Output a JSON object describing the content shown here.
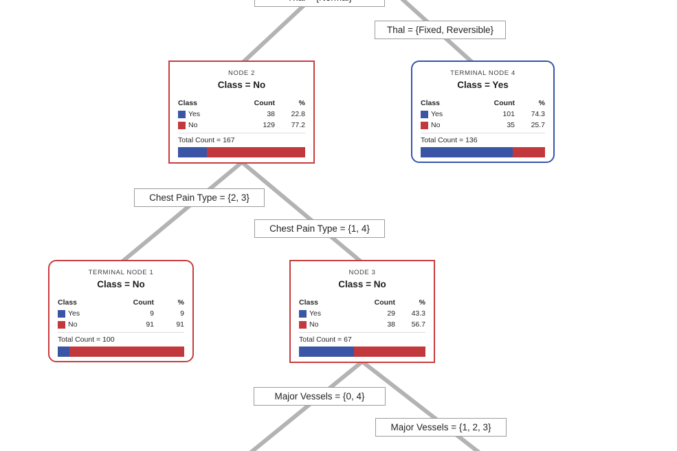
{
  "diagram": {
    "root_label": "Thal = {Normal}",
    "branch_labels": {
      "thal_fixed_reversible": "Thal = {Fixed, Reversible}",
      "chest_pain_2_3": "Chest Pain Type = {2, 3}",
      "chest_pain_1_4": "Chest Pain Type = {1, 4}",
      "major_vessels_0_4": "Major Vessels = {0, 4}",
      "major_vessels_1_2_3": "Major Vessels = {1, 2, 3}"
    },
    "table_headers": {
      "class": "Class",
      "count": "Count",
      "pct": "%"
    },
    "nodes": [
      {
        "title": "NODE 2",
        "class_label": "Class = No",
        "rows": [
          {
            "label": "Yes",
            "count": "38",
            "pct": "22.8"
          },
          {
            "label": "No",
            "count": "129",
            "pct": "77.2"
          }
        ],
        "total_label": "Total Count = 167",
        "bar": {
          "yes_width": "22.8%",
          "no_width": "77.2%"
        }
      },
      {
        "title": "TERMINAL NODE 4",
        "class_label": "Class = Yes",
        "rows": [
          {
            "label": "Yes",
            "count": "101",
            "pct": "74.3"
          },
          {
            "label": "No",
            "count": "35",
            "pct": "25.7"
          }
        ],
        "total_label": "Total Count = 136",
        "bar": {
          "yes_width": "74.3%",
          "no_width": "25.7%"
        }
      },
      {
        "title": "TERMINAL NODE 1",
        "class_label": "Class = No",
        "rows": [
          {
            "label": "Yes",
            "count": "9",
            "pct": "9"
          },
          {
            "label": "No",
            "count": "91",
            "pct": "91"
          }
        ],
        "total_label": "Total Count = 100",
        "bar": {
          "yes_width": "9%",
          "no_width": "91%"
        }
      },
      {
        "title": "NODE 3",
        "class_label": "Class = No",
        "rows": [
          {
            "label": "Yes",
            "count": "29",
            "pct": "43.3"
          },
          {
            "label": "No",
            "count": "38",
            "pct": "56.7"
          }
        ],
        "total_label": "Total Count = 67",
        "bar": {
          "yes_width": "43.3%",
          "no_width": "56.7%"
        }
      }
    ]
  },
  "colors": {
    "yes_blue": "#3b55a6",
    "no_red": "#c2393d",
    "node_border_red": "#c93a3c",
    "terminal_border_blue": "#3355a8",
    "edge_gray": "#b3b3b3"
  }
}
